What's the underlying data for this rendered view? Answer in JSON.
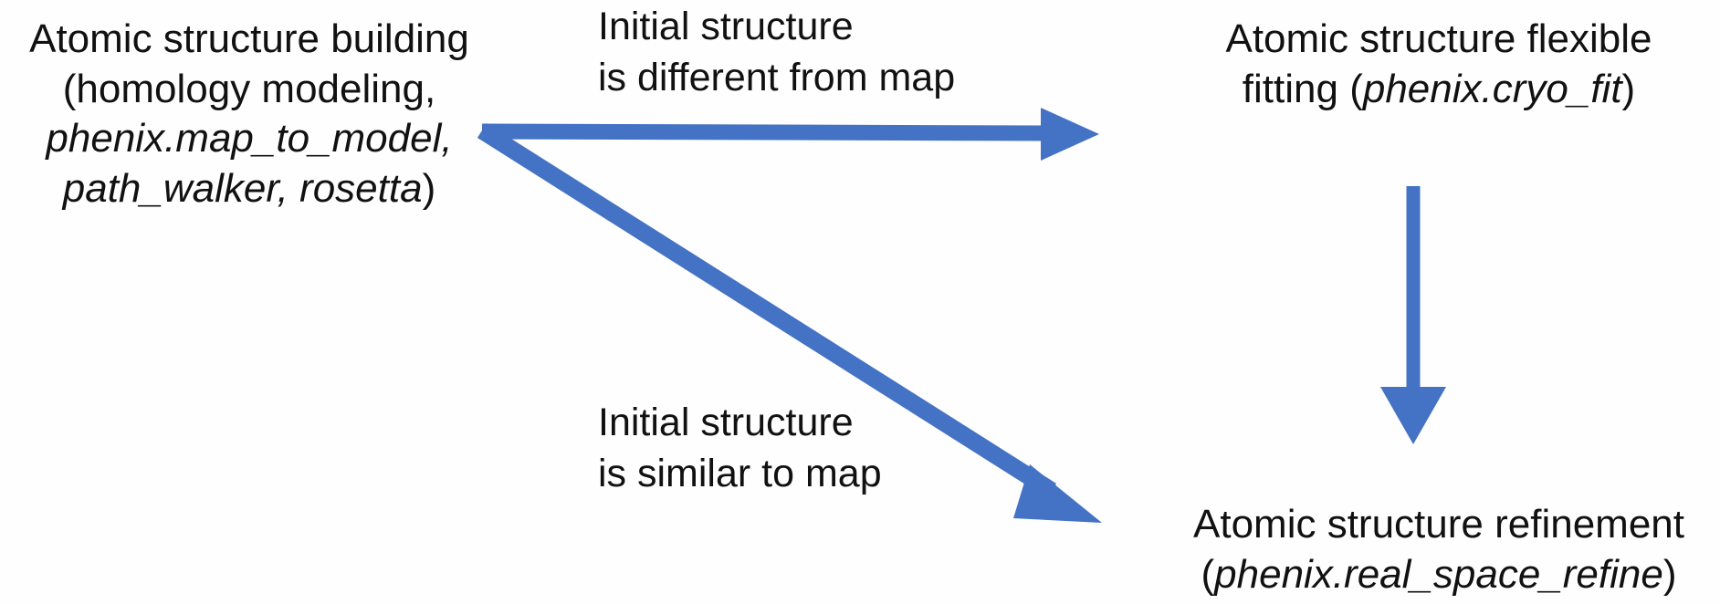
{
  "diagram": {
    "title": "Atomic structure model building and refinement workflow",
    "background_color": "#fefefe",
    "arrow_color": "#4472C4",
    "text_color": "#111111",
    "nodes": [
      {
        "id": "building",
        "name": "atomic-structure-building",
        "lines": [
          "Atomic structure building",
          "(homology modeling,",
          "phenix.map_to_model,",
          "path_walker, rosetta)"
        ],
        "line1": "Atomic structure building",
        "line2": "(homology modeling,",
        "line3_italic": "phenix.map_to_model,",
        "line4_italic": "path_walker, rosetta",
        "line4_tail": ")"
      },
      {
        "id": "fitting",
        "name": "atomic-structure-flexible-fitting",
        "lines": [
          "Atomic structure flexible",
          "fitting (phenix.cryo_fit)"
        ],
        "line1": "Atomic structure flexible",
        "line2_head": "fitting (",
        "line2_italic": "phenix.cryo_fit",
        "line2_tail": ")"
      },
      {
        "id": "refinement",
        "name": "atomic-structure-refinement",
        "lines": [
          "Atomic structure refinement",
          "(phenix.real_space_refine)"
        ],
        "line1": "Atomic structure refinement",
        "line2_head": "(",
        "line2_italic": "phenix.real_space_refine",
        "line2_tail": ")"
      }
    ],
    "edges": [
      {
        "id": "different",
        "name": "edge-building-to-fitting",
        "from": "building",
        "to": "fitting",
        "shape": "horizontal-arrow",
        "line1": "Initial structure",
        "line2": "is different from map"
      },
      {
        "id": "similar",
        "name": "edge-building-to-refinement",
        "from": "building",
        "to": "refinement",
        "shape": "diagonal-arrow",
        "line1": "Initial structure",
        "line2": "is similar to map"
      },
      {
        "id": "fitting-to-refinement",
        "name": "edge-fitting-to-refinement",
        "from": "fitting",
        "to": "refinement",
        "shape": "vertical-arrow",
        "line1": "",
        "line2": ""
      }
    ]
  }
}
